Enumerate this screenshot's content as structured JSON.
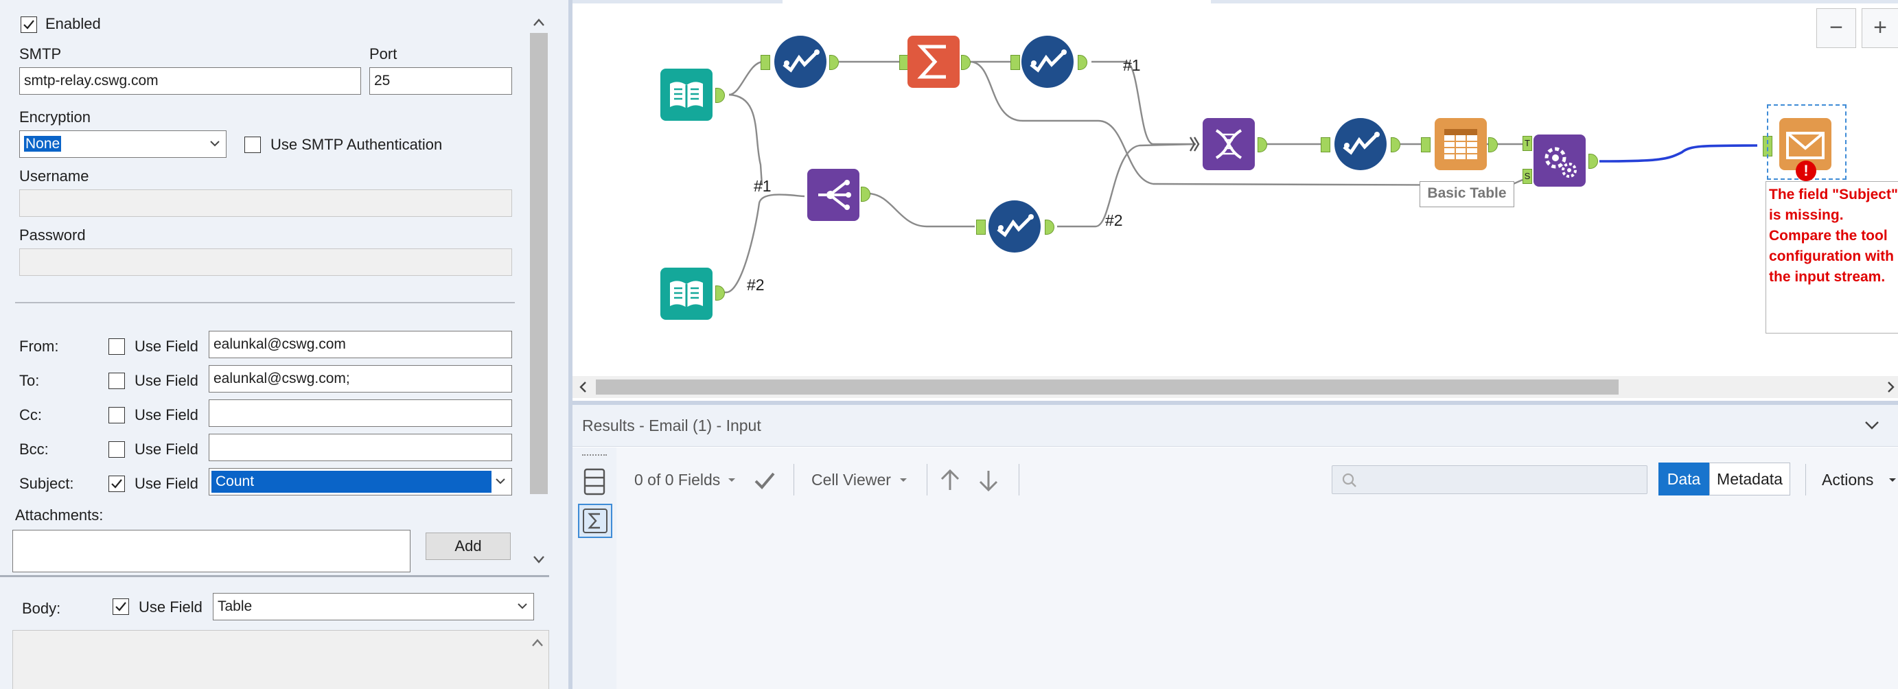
{
  "config": {
    "enabled_label": "Enabled",
    "smtp_label": "SMTP",
    "smtp_value": "smtp-relay.cswg.com",
    "port_label": "Port",
    "port_value": "25",
    "encryption_label": "Encryption",
    "encryption_value": "None",
    "use_auth_label": "Use SMTP Authentication",
    "username_label": "Username",
    "password_label": "Password",
    "from_label": "From:",
    "to_label": "To:",
    "cc_label": "Cc:",
    "bcc_label": "Bcc:",
    "subject_label": "Subject:",
    "use_field_label": "Use Field",
    "from_value": "ealunkal@cswg.com",
    "to_value": "ealunkal@cswg.com;",
    "cc_value": "",
    "bcc_value": "",
    "subject_value": "Count",
    "attachments_label": "Attachments:",
    "add_button": "Add",
    "body_label": "Body:",
    "body_value": "Table"
  },
  "canvas": {
    "labels": [
      "#1",
      "#1",
      "#2",
      "#2"
    ],
    "basic_table_label": "Basic Table",
    "anchor_t": "T",
    "anchor_s": "S",
    "error_message": "The field \"Subject\" is missing. Compare the tool configuration with the input stream.",
    "zoom_out": "−",
    "zoom_in": "+"
  },
  "results": {
    "title": "Results - Email (1) - Input",
    "fields_count": "0 of 0 Fields",
    "cell_viewer": "Cell Viewer",
    "data_tab": "Data",
    "metadata_tab": "Metadata",
    "actions": "Actions"
  },
  "colors": {
    "accent_blue": "#1874cd",
    "teal": "#14a89a",
    "purple": "#6b3fa0",
    "sum_orange": "#e0593e",
    "report_orange": "#e3994b",
    "anchor_green": "#a3d55d",
    "error_red": "#e00000"
  }
}
